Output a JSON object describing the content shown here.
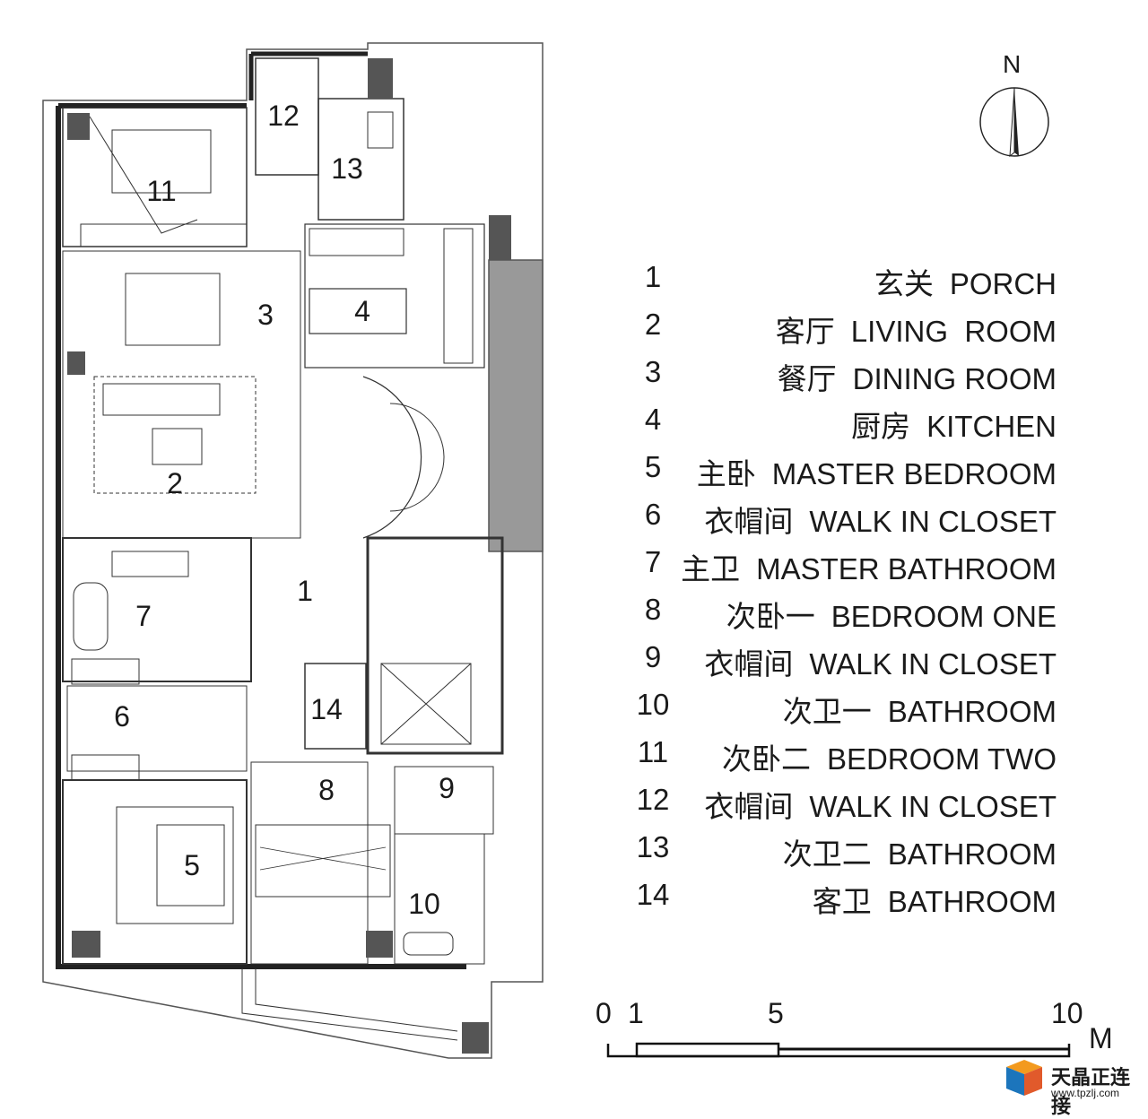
{
  "plan": {
    "rooms": [
      {
        "id": "1",
        "label": "1"
      },
      {
        "id": "2",
        "label": "2"
      },
      {
        "id": "3",
        "label": "3"
      },
      {
        "id": "4",
        "label": "4"
      },
      {
        "id": "5",
        "label": "5"
      },
      {
        "id": "6",
        "label": "6"
      },
      {
        "id": "7",
        "label": "7"
      },
      {
        "id": "8",
        "label": "8"
      },
      {
        "id": "9",
        "label": "9"
      },
      {
        "id": "10",
        "label": "10"
      },
      {
        "id": "11",
        "label": "11"
      },
      {
        "id": "12",
        "label": "12"
      },
      {
        "id": "13",
        "label": "13"
      },
      {
        "id": "14",
        "label": "14"
      }
    ]
  },
  "compass": {
    "north_label": "N"
  },
  "legend": [
    {
      "num": "1",
      "cn": "玄关",
      "en": "PORCH"
    },
    {
      "num": "2",
      "cn": "客厅",
      "en": "LIVING  ROOM"
    },
    {
      "num": "3",
      "cn": "餐厅",
      "en": "DINING ROOM"
    },
    {
      "num": "4",
      "cn": "厨房",
      "en": "KITCHEN"
    },
    {
      "num": "5",
      "cn": "主卧",
      "en": "MASTER BEDROOM"
    },
    {
      "num": "6",
      "cn": "衣帽间",
      "en": "WALK IN CLOSET"
    },
    {
      "num": "7",
      "cn": "主卫",
      "en": "MASTER BATHROOM"
    },
    {
      "num": "8",
      "cn": "次卧一",
      "en": "BEDROOM ONE"
    },
    {
      "num": "9",
      "cn": "衣帽间",
      "en": "WALK IN CLOSET"
    },
    {
      "num": "10",
      "cn": "次卫一",
      "en": "BATHROOM"
    },
    {
      "num": "11",
      "cn": "次卧二",
      "en": "BEDROOM TWO"
    },
    {
      "num": "12",
      "cn": "衣帽间",
      "en": "WALK IN CLOSET"
    },
    {
      "num": "13",
      "cn": "次卫二",
      "en": "BATHROOM"
    },
    {
      "num": "14",
      "cn": "客卫",
      "en": "BATHROOM"
    }
  ],
  "scale": {
    "ticks": [
      "0",
      "1",
      "5",
      "10"
    ],
    "unit": "M"
  },
  "watermark": {
    "cn": "天晶正连接",
    "url": "www.tpzlj.com"
  }
}
